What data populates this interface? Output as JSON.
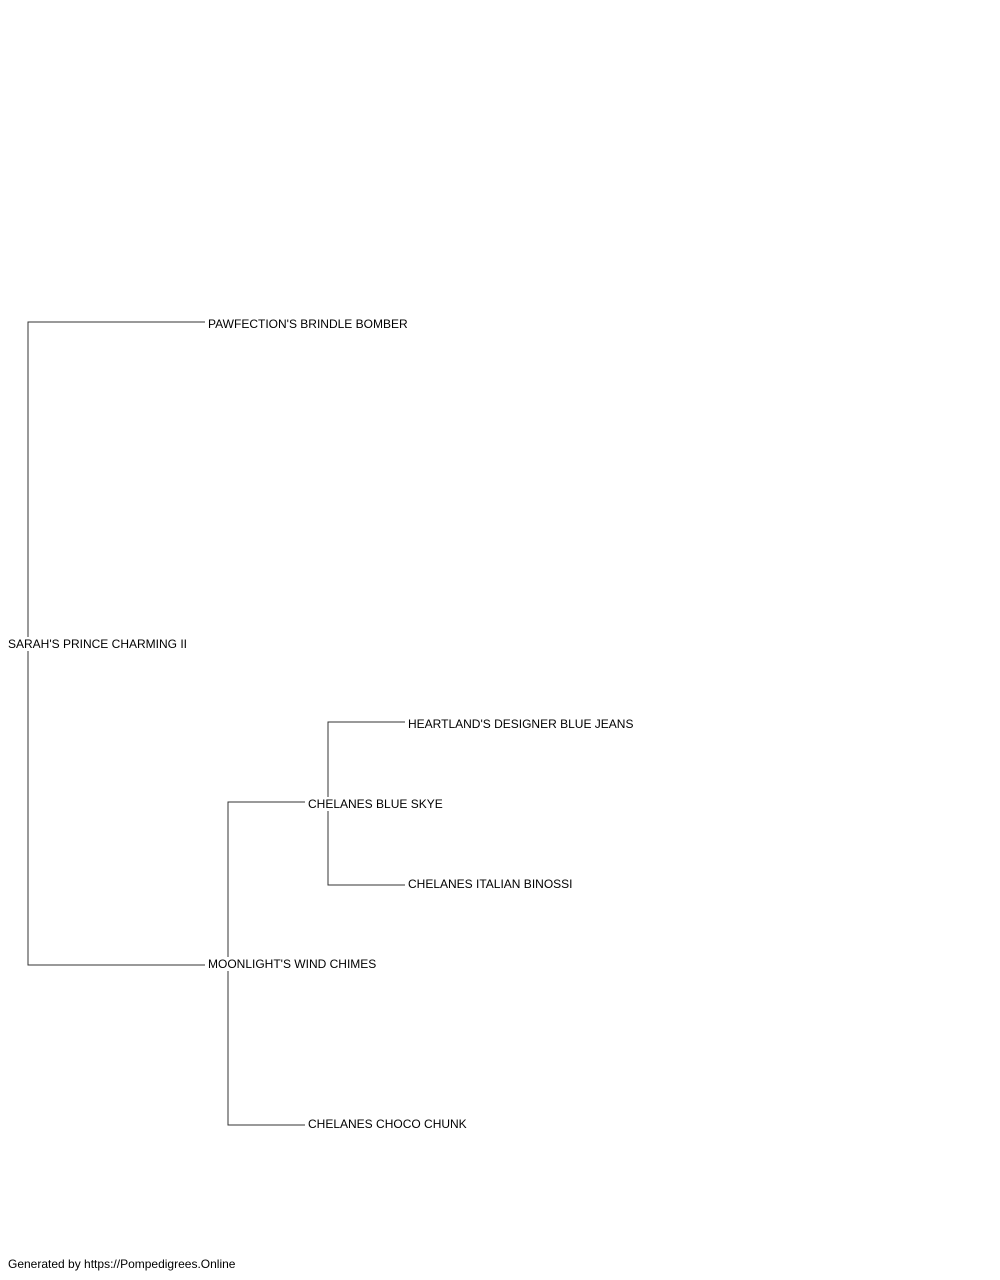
{
  "pedigree": {
    "subject": "SARAH'S PRINCE CHARMING II",
    "sire": "PAWFECTION'S BRINDLE BOMBER",
    "dam": "MOONLIGHT'S WIND CHIMES",
    "dam_sire": "CHELANES BLUE SKYE",
    "dam_dam": "CHELANES CHOCO CHUNK",
    "dam_sire_sire": "HEARTLAND'S DESIGNER BLUE JEANS",
    "dam_sire_dam": "CHELANES ITALIAN BINOSSI"
  },
  "footer": {
    "text": "Generated by https://Pompedigrees.Online"
  },
  "colors": {
    "line": "#333333",
    "text": "#000000",
    "background": "#ffffff"
  }
}
